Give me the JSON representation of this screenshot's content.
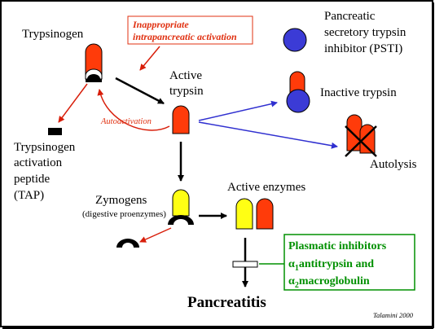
{
  "labels": {
    "trypsinogen": "Trypsinogen",
    "activation_note_line1": "Inappropriate",
    "activation_note_line2": "intrapancreatic activation",
    "active_trypsin_line1": "Active",
    "active_trypsin_line2": "trypsin",
    "psti_line1": "Pancreatic",
    "psti_line2": "secretory trypsin",
    "psti_line3": "inhibitor (PSTI)",
    "inactive_trypsin": "Inactive trypsin",
    "autoactivation": "Autoactivation",
    "autolysis": "Autolysis",
    "tap_line1": "Trypsinogen",
    "tap_line2": "activation",
    "tap_line3": "peptide",
    "tap_line4": "(TAP)",
    "zymogens": "Zymogens",
    "zymogens_sub": "(digestive proenzymes)",
    "active_enzymes": "Active enzymes",
    "inhibitors_line1": "Plasmatic inhibitors",
    "inhibitors_line2_pre": "α",
    "inhibitors_line2_sub": "1",
    "inhibitors_line2_post": "antitrypsin and",
    "inhibitors_line3_pre": "α",
    "inhibitors_line3_sub": "2",
    "inhibitors_line3_post": "macroglobulin",
    "pancreatitis": "Pancreatitis",
    "credit": "Talamini 2000"
  },
  "colors": {
    "trypsin_red": "#ff3b0a",
    "psti_blue": "#3b3bd6",
    "zymogen_yellow": "#ffff14",
    "arrow_red": "#d81e0a",
    "arrow_blue": "#3030d0",
    "inhibitor_green": "#009000"
  }
}
